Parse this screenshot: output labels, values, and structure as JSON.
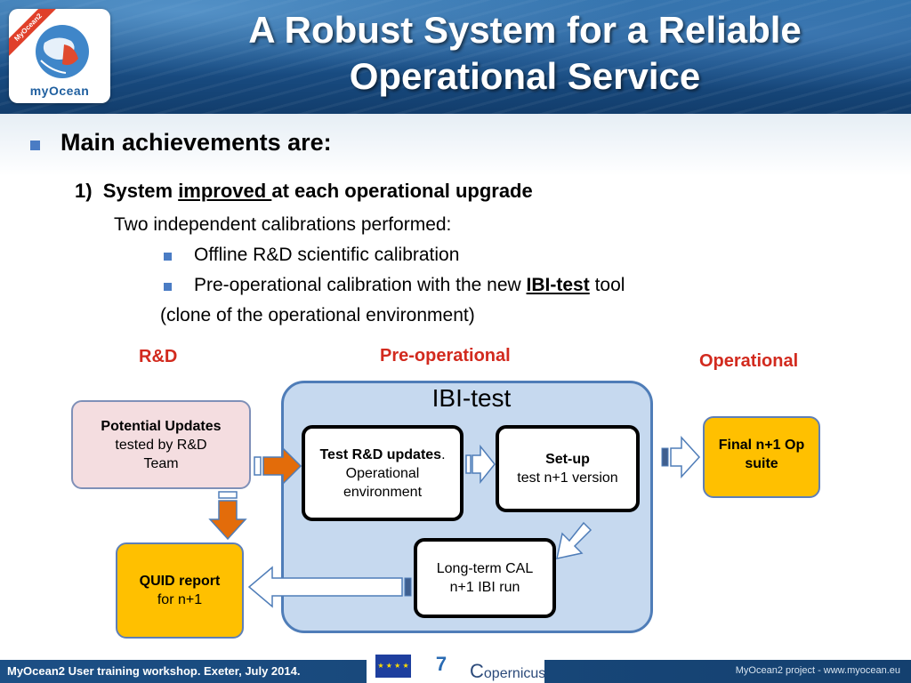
{
  "header": {
    "title_line1": "A Robust System for a Reliable",
    "title_line2": "Operational Service",
    "logo_text": "myOcean",
    "logo_ribbon": "MyOcean2"
  },
  "content": {
    "main_bullet": "Main achievements are:",
    "item1_num": "1)",
    "item1_pre": "System ",
    "item1_underlined": "improved ",
    "item1_post": "at each operational upgrade",
    "two_calibrations": "Two independent calibrations performed:",
    "sub_bullet1": "Offline R&D scientific calibration",
    "sub_bullet2_pre": "Pre-operational calibration with the new ",
    "sub_bullet2_tool": "IBI-test",
    "sub_bullet2_post": " tool",
    "clone_note": "(clone of the operational environment)"
  },
  "diagram": {
    "stage_rd": "R&D",
    "stage_preop": "Pre-operational",
    "stage_op": "Operational",
    "panel_title": "IBI-test",
    "potential_updates_bold": "Potential Updates",
    "potential_updates_sub": "tested by R&D Team",
    "test_rd_bold": "Test R&D updates",
    "test_rd_dot": ".",
    "test_rd_sub": "Operational environment",
    "setup_bold": "Set-up",
    "setup_sub": "test n+1 version",
    "longterm_line1": "Long-term CAL",
    "longterm_line2": "n+1 IBI run",
    "quid_bold": "QUID report",
    "quid_sub": "for n+1",
    "final_bold": "Final n+1 Op suite"
  },
  "footer": {
    "left_text": "MyOcean2 User training workshop. Exeter, July 2014.",
    "right_text": "MyOcean2 project - www.myocean.eu",
    "copernicus_text": "opernicus",
    "eu_stars": "★ ★ ★ ★ ★"
  },
  "colors": {
    "stage_red": "#d22a1e",
    "bullet_blue": "#4a7cc4",
    "panel_fill": "#c6d9ef",
    "panel_border": "#4f7db8",
    "pink_box": "#f4dde0",
    "yellow_box": "#ffc000",
    "orange_arrow": "#e36c0a",
    "header_blue": "#1a4f86"
  },
  "icons": [
    "myocean-logo-icon",
    "eu-flag-icon",
    "fp7-icon",
    "copernicus-logo-icon"
  ]
}
